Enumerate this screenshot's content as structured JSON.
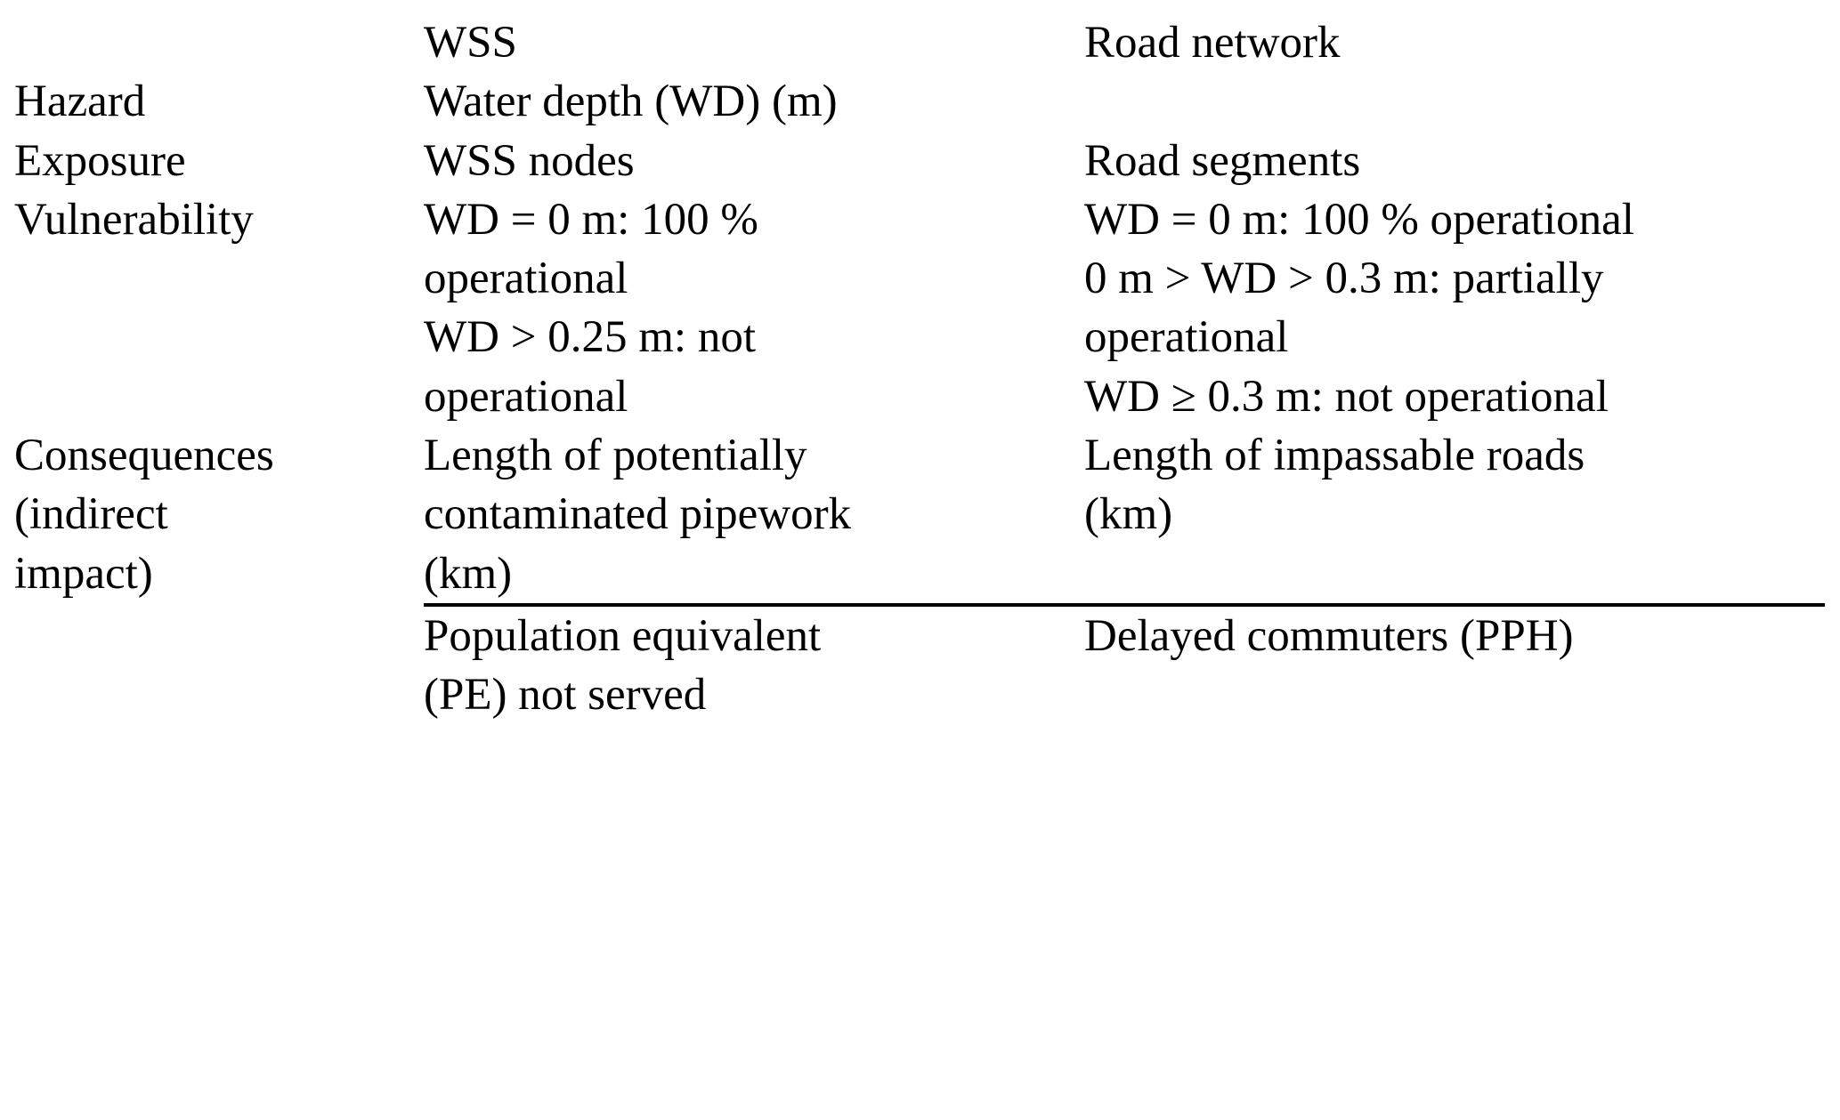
{
  "table": {
    "columns": [
      {
        "key": "attribute",
        "header": ""
      },
      {
        "key": "wss",
        "header": "WSS"
      },
      {
        "key": "road",
        "header": "Road network"
      }
    ],
    "rows": [
      {
        "name": "hazard",
        "label": "Hazard",
        "spans_both_columns": true,
        "spanned_value": "Water depth (WD) (m)",
        "wss": [],
        "road": []
      },
      {
        "name": "exposure",
        "label": "Exposure",
        "spans_both_columns": false,
        "wss": [
          "WSS nodes"
        ],
        "road": [
          "Road segments"
        ]
      },
      {
        "name": "vulnerability",
        "label": "Vulnerability",
        "spans_both_columns": false,
        "wss": [
          "WD = 0 m: 100 %",
          "operational",
          "WD > 0.25 m: not",
          "operational"
        ],
        "road": [
          "WD = 0 m: 100 % operational",
          "0 m > WD > 0.3 m: partially",
          "operational",
          "WD ≥ 0.3 m: not operational"
        ]
      },
      {
        "name": "consequences-length",
        "label": "Consequences (indirect impact)",
        "label_lines": [
          "Consequences",
          "(indirect",
          "impact)"
        ],
        "spans_both_columns": false,
        "wss": [
          "Length of potentially",
          "contaminated pipework",
          "(km)"
        ],
        "road": [
          "Length of impassable roads",
          "(km)"
        ]
      },
      {
        "name": "consequences-population",
        "label": "",
        "label_lines": [],
        "spans_both_columns": false,
        "wss": [
          "Population equivalent",
          "(PE) not served"
        ],
        "road": [
          "Delayed commuters (PPH)"
        ]
      }
    ]
  },
  "colors": {
    "rule": "#000000",
    "text": "#000000",
    "background": "#ffffff"
  }
}
